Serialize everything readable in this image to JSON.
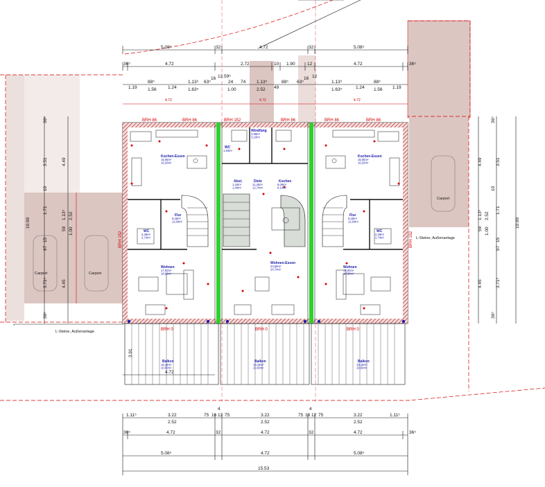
{
  "dimensions": {
    "top_row1": [
      "5.08⁵",
      "32",
      "4.72",
      "32",
      "5.08⁵"
    ],
    "top_row2": [
      "36⁵",
      "4.72",
      "2.72",
      "10",
      "1.90",
      "12",
      "4.72",
      "36⁵"
    ],
    "top_row3": [
      "1.19",
      "88⁵",
      "1.24",
      "1.13⁵",
      "63⁵",
      "24",
      "74",
      "1.13⁵",
      "49",
      "88⁵",
      "63⁵",
      "1.13⁵",
      "1.24",
      "88⁵",
      "1.19"
    ],
    "top_row3b": [
      "1.56",
      "1.63⁵",
      "1.00",
      "2.52",
      "1.63⁵",
      "1.56"
    ],
    "top_row3_extra": [
      "16",
      "12.59⁵",
      "16",
      "12"
    ],
    "top_inner": [
      "4.72",
      "4.72",
      "4.72"
    ],
    "bottom_row1": [
      "1.11⁵",
      "3.22",
      "75",
      "16",
      "12",
      "75",
      "3.22",
      "75",
      "16",
      "12",
      "75",
      "3.22",
      "1.11⁵"
    ],
    "bottom_row1b": [
      "2.52",
      "2.52",
      "2.52"
    ],
    "bottom_row2": [
      "36⁵",
      "4.72",
      "32",
      "4.72",
      "32",
      "4.72",
      "36⁵"
    ],
    "bottom_row3": [
      "5.08⁵",
      "4.72",
      "5.08⁵"
    ],
    "bottom_total": "15.53",
    "balcony_depth": "3.91",
    "balcony_width": "4.72",
    "left_side": [
      "36⁵",
      "3.51",
      "4.49",
      "10",
      "1.71",
      "1.13⁵",
      "2.52",
      "10.99",
      "59",
      "1.00",
      "15",
      "97",
      "3.71⁵",
      "4.45",
      "36⁵"
    ],
    "right_side": [
      "36⁵",
      "4.49",
      "3.51",
      "10",
      "1.71",
      "1.13⁵",
      "2.52",
      "10.99",
      "59",
      "1.00",
      "15",
      "97",
      "4.45",
      "3.71⁵",
      "36⁵"
    ],
    "stair_marks": [
      "4",
      "4"
    ]
  },
  "labels": {
    "carport": "Carport",
    "ground_note": "L-Steine, Außenanlage",
    "brh_top": [
      "BRH 86",
      "BRH 86",
      "BRH 152",
      "BRH 86",
      "BRH 86",
      "BRH 86"
    ],
    "brh_side": [
      "BRH 152",
      "BRH 152"
    ],
    "brh_bottom": [
      "BRH 0",
      "BRH 0",
      "BRH 0"
    ]
  },
  "rooms": {
    "unit_left": [
      {
        "name": "Kochen-Essen",
        "area": "15,05m²",
        "sub": "16,20m²"
      },
      {
        "name": "Flur",
        "area": "9,25m²",
        "sub": "11,84m²"
      },
      {
        "name": "WC",
        "area": "2,49m²",
        "sub": "2,74m²"
      },
      {
        "name": "Wohnen",
        "area": "17,00m²",
        "sub": "18,98m²"
      },
      {
        "name": "Balkon",
        "area": "19,18m²",
        "sub": "10,50m²"
      }
    ],
    "unit_mid": [
      {
        "name": "Windfang",
        "area": "2,99m²",
        "sub": "3,10m²"
      },
      {
        "name": "WC",
        "area": "1,93m²",
        "sub": ""
      },
      {
        "name": "Abst.",
        "area": "1,16m²",
        "sub": "1,40m²"
      },
      {
        "name": "Diele",
        "area": "11,40m²",
        "sub": "12,74m²"
      },
      {
        "name": "Kochen",
        "area": "8,09m²",
        "sub": "9,14m²"
      },
      {
        "name": "Wohnen-Essen",
        "area": "23,58m²",
        "sub": "24,74m²"
      },
      {
        "name": "Balkon",
        "area": "19,18m²",
        "sub": "10,50m²"
      }
    ],
    "unit_right": [
      {
        "name": "Kochen-Essen",
        "area": "15,05m²",
        "sub": "16,20m²"
      },
      {
        "name": "Flur",
        "area": "9,25m²",
        "sub": "11,84m²"
      },
      {
        "name": "WC",
        "area": "2,49m²",
        "sub": "2,74m²"
      },
      {
        "name": "Wohnen",
        "area": "17,00m²",
        "sub": "18,98m²"
      },
      {
        "name": "Balkon",
        "area": "19,18m²",
        "sub": "10,50m²"
      }
    ]
  },
  "colors": {
    "wall_hatch": "#b22222",
    "party_wall": "#2fd12f",
    "carport_fill": "#dcc6c2",
    "dim_red": "#d40000",
    "room_label": "#1a1aa8"
  }
}
